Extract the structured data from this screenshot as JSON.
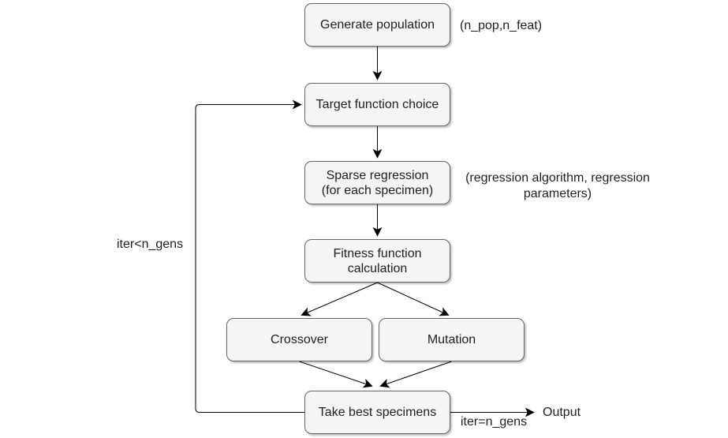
{
  "diagram": {
    "nodes": {
      "generate_population": {
        "label": "Generate population"
      },
      "target_function_choice": {
        "label": "Target function choice"
      },
      "sparse_regression": {
        "label": "Sparse regression\n(for each specimen)"
      },
      "fitness_function": {
        "label": "Fitness function\ncalculation"
      },
      "crossover": {
        "label": "Crossover"
      },
      "mutation": {
        "label": "Mutation"
      },
      "take_best_specimens": {
        "label": "Take best specimens"
      }
    },
    "annotations": {
      "population_params": "(n_pop,n_feat)",
      "regression_params": "(regression algorithm, regression\nparameters)",
      "loop_condition": "iter<n_gens",
      "exit_condition": "iter=n_gens",
      "output_label": "Output"
    },
    "colors": {
      "background": "#ffffff",
      "node_fill": "#f5f5f5",
      "node_stroke": "#666666",
      "text": "#1f1f1f",
      "connector": "#000000"
    }
  }
}
